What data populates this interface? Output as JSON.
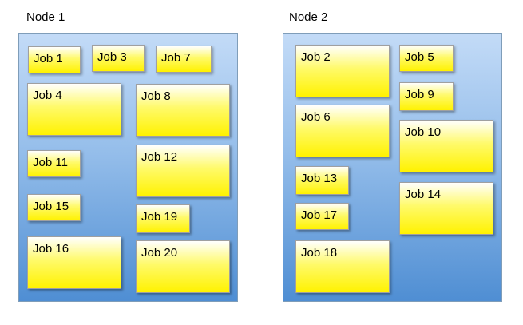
{
  "nodes": [
    {
      "title": "Node 1",
      "jobs": [
        "Job 1",
        "Job 3",
        "Job 7",
        "Job 4",
        "Job 8",
        "Job 11",
        "Job 12",
        "Job 15",
        "Job 19",
        "Job 16",
        "Job 20"
      ]
    },
    {
      "title": "Node 2",
      "jobs": [
        "Job 2",
        "Job 5",
        "Job 9",
        "Job 6",
        "Job 10",
        "Job 13",
        "Job 14",
        "Job 17",
        "Job 18"
      ]
    }
  ],
  "colors": {
    "node_fill_top": "#c3dbf7",
    "node_fill_bottom": "#4f8ed3",
    "job_fill": "#fff200"
  }
}
